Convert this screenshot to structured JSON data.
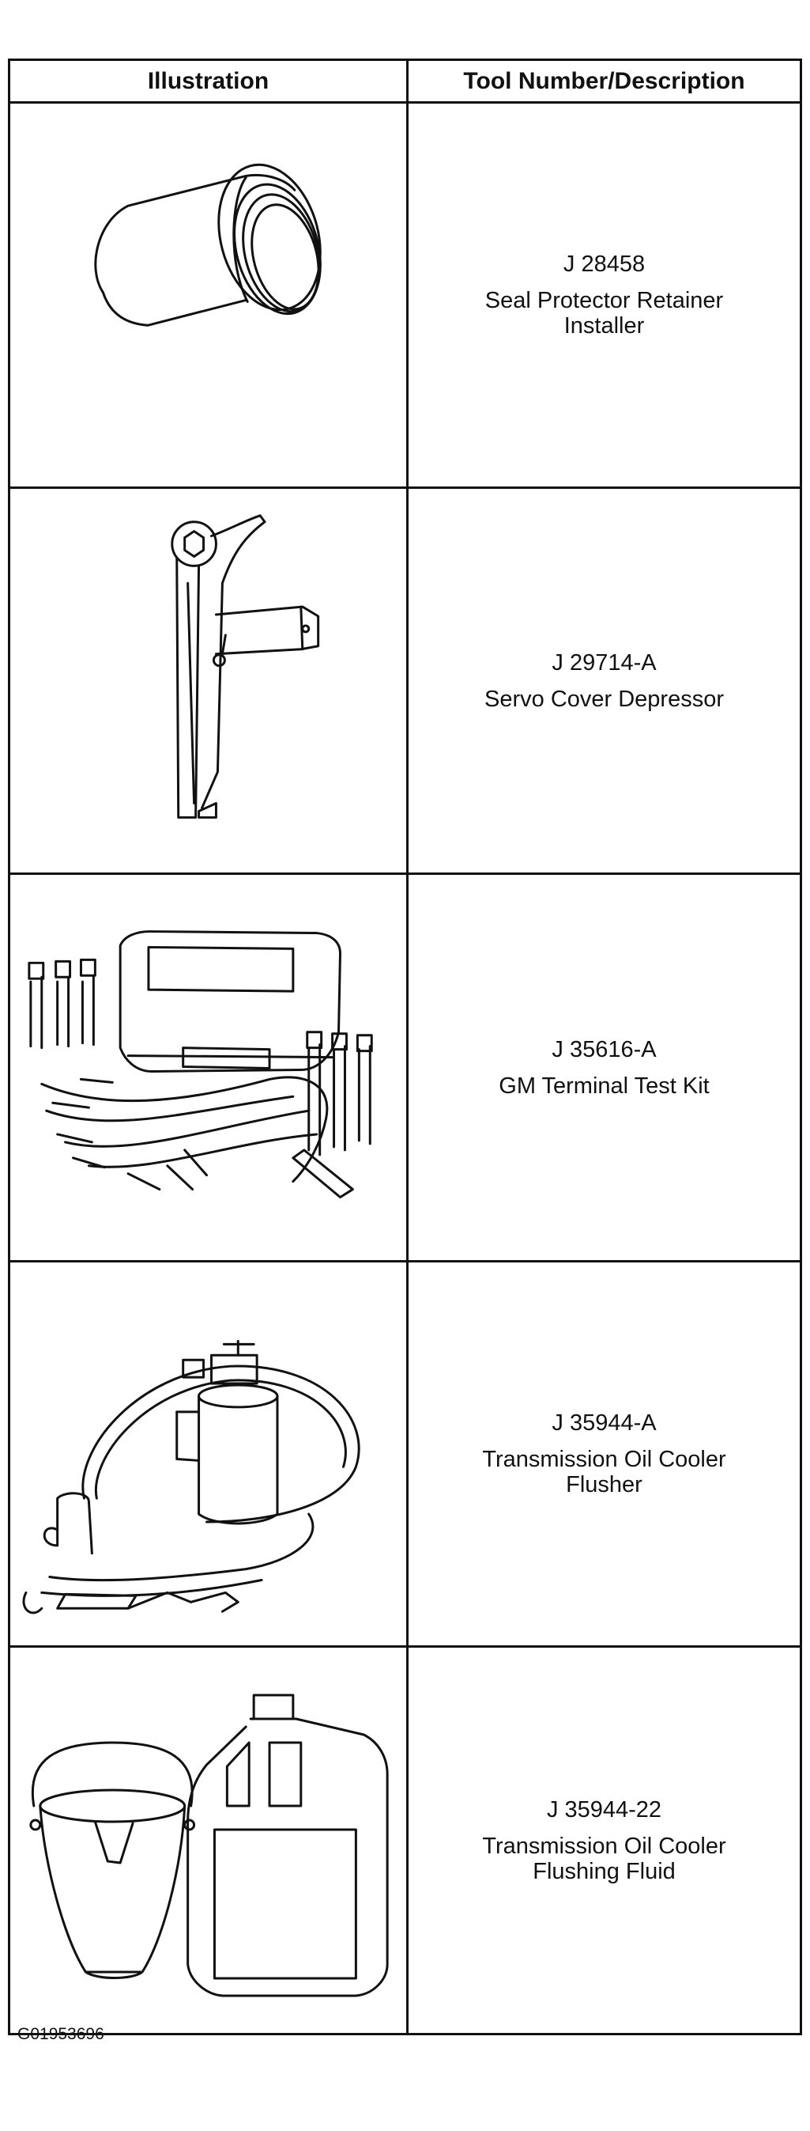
{
  "table": {
    "header": {
      "illustration": "Illustration",
      "description": "Tool Number/Description"
    },
    "rows": [
      {
        "number": "J 28458",
        "line1": "Seal Protector Retainer",
        "line2": "Installer",
        "icon": "seal-protector-installer-icon"
      },
      {
        "number": "J 29714-A",
        "line1": "Servo Cover Depressor",
        "line2": "",
        "icon": "servo-cover-depressor-icon"
      },
      {
        "number": "J 35616-A",
        "line1": "GM Terminal Test Kit",
        "line2": "",
        "icon": "terminal-test-kit-icon"
      },
      {
        "number": "J 35944-A",
        "line1": "Transmission Oil Cooler",
        "line2": "Flusher",
        "icon": "oil-cooler-flusher-icon"
      },
      {
        "number": "J 35944-22",
        "line1": "Transmission Oil Cooler",
        "line2": "Flushing Fluid",
        "icon": "flushing-fluid-icon"
      }
    ]
  },
  "caption": "G01953696"
}
